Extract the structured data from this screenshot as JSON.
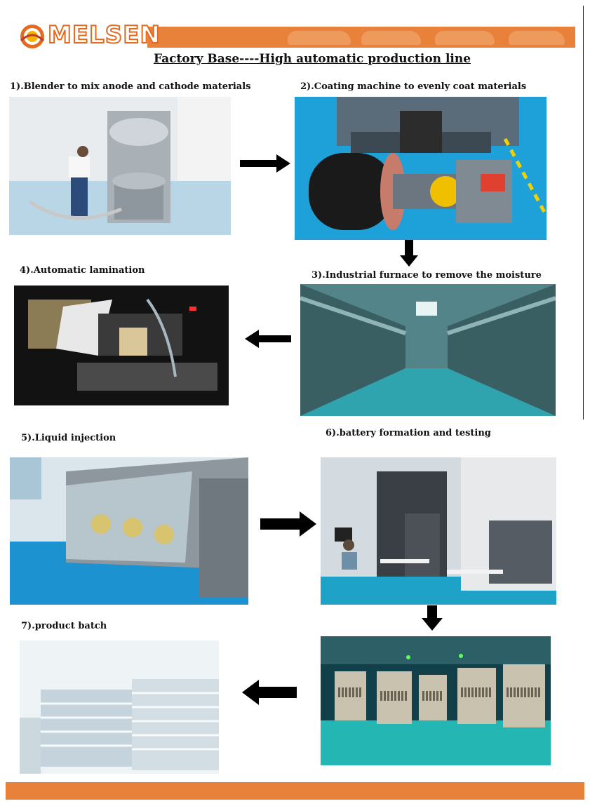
{
  "header": {
    "brand": "MELSEN",
    "title": "Factory Base----High automatic production line"
  },
  "steps": [
    {
      "label": "1).Blender to mix anode and cathode materials",
      "arrow": "right"
    },
    {
      "label": "2).Coating machine to evenly coat materials",
      "arrow": "down"
    },
    {
      "label": "3).Industrial furnace to remove the moisture",
      "arrow": "left"
    },
    {
      "label": "4).Automatic lamination",
      "arrow": ""
    },
    {
      "label": "5).Liquid injection",
      "arrow": "right"
    },
    {
      "label": "6).battery formation and testing",
      "arrow": "down"
    },
    {
      "label": "",
      "arrow": "left"
    },
    {
      "label": "7).product batch",
      "arrow": ""
    }
  ],
  "colors": {
    "brand_orange": "#e8823a",
    "logo_orange": "#e36a1e",
    "floor_blue": "#29a8e0"
  },
  "icons": [
    "sun-logo-icon",
    "arrow-right-icon",
    "arrow-down-icon",
    "arrow-left-icon"
  ]
}
